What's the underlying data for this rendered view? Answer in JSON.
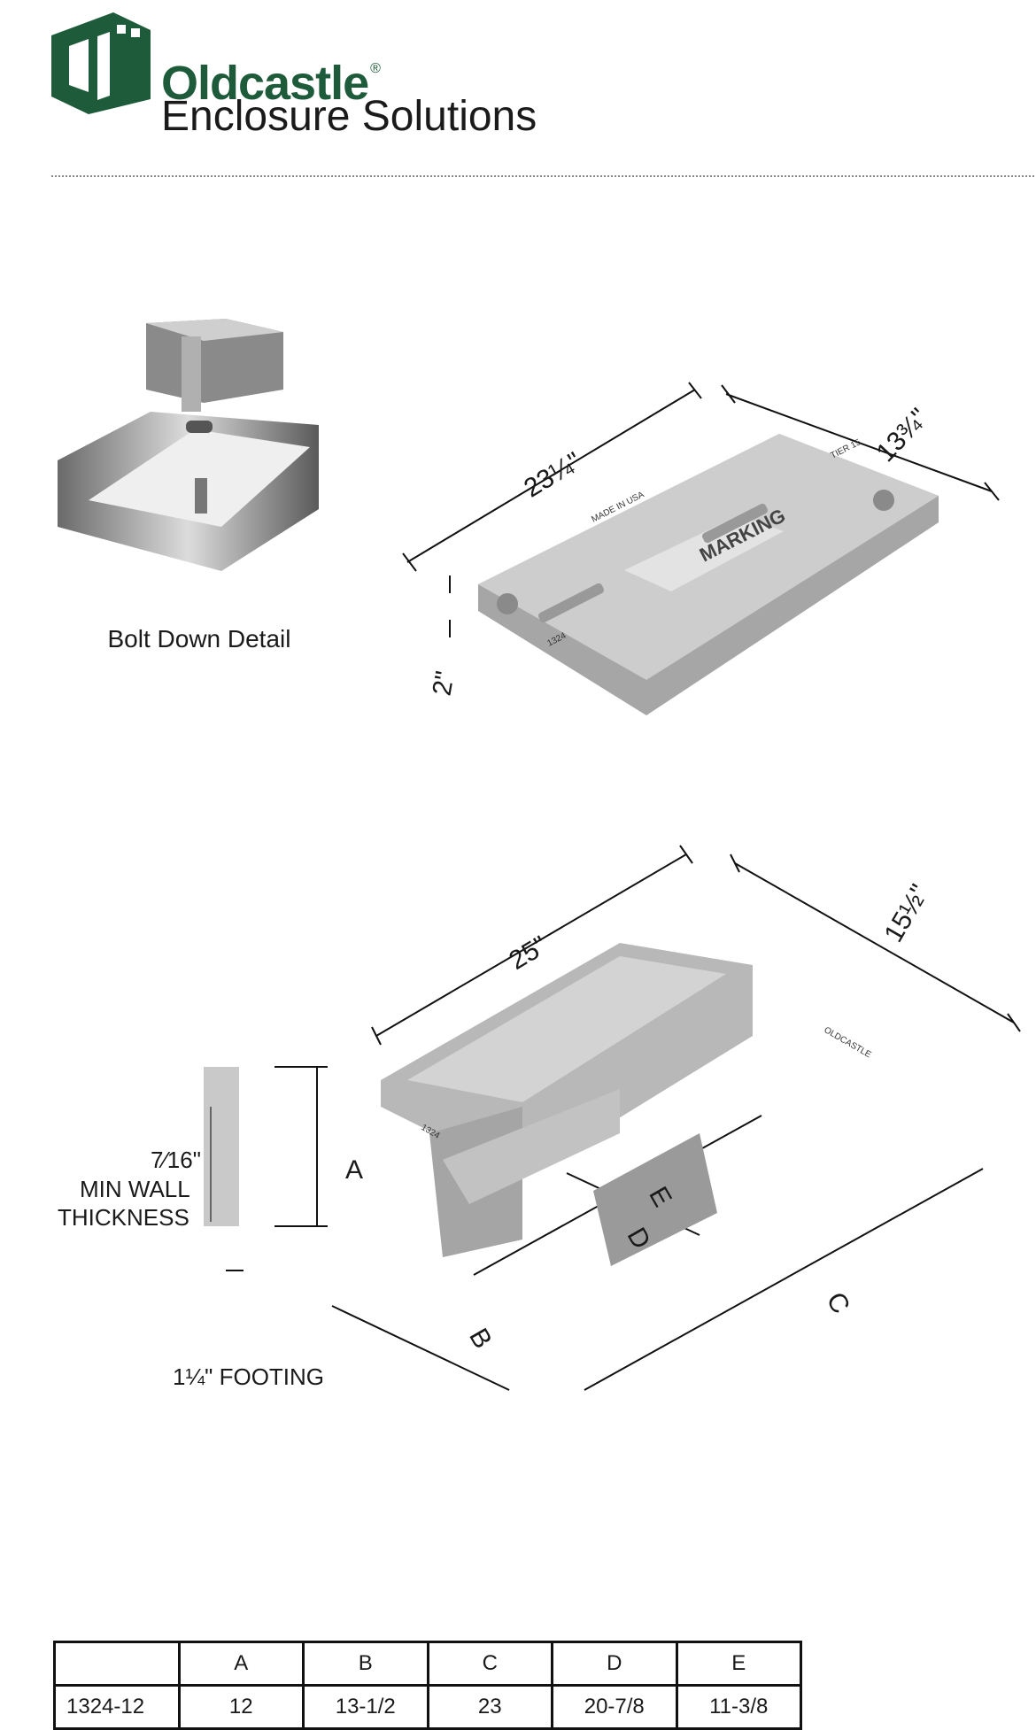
{
  "brand": {
    "name": "Oldcastle",
    "registered": "®",
    "subtitle": "Enclosure Solutions",
    "color": "#1e5b3a"
  },
  "bolt_detail": {
    "caption": "Bolt Down Detail"
  },
  "cover": {
    "length": "23¼\"",
    "width": "13¾\"",
    "thickness": "2\"",
    "marking": "MARKING",
    "small_label_1": "MADE IN USA",
    "small_label_2": "TIER 15",
    "model_label": "1324"
  },
  "box": {
    "length": "25\"",
    "width": "15½\"",
    "label_a": "A",
    "label_b": "B",
    "label_c": "C",
    "label_d": "D",
    "label_e": "E",
    "wall_fraction": "7⁄16\"",
    "wall_label_1": "MIN WALL",
    "wall_label_2": "THICKNESS",
    "footing_label": "1¼\" FOOTING",
    "rim_label": "OLDCASTLE",
    "model_label": "1324"
  },
  "table": {
    "headers": [
      "",
      "A",
      "B",
      "C",
      "D",
      "E"
    ],
    "rows": [
      [
        "1324-12",
        "12",
        "13-1/2",
        "23",
        "20-7/8",
        "11-3/8"
      ]
    ]
  }
}
